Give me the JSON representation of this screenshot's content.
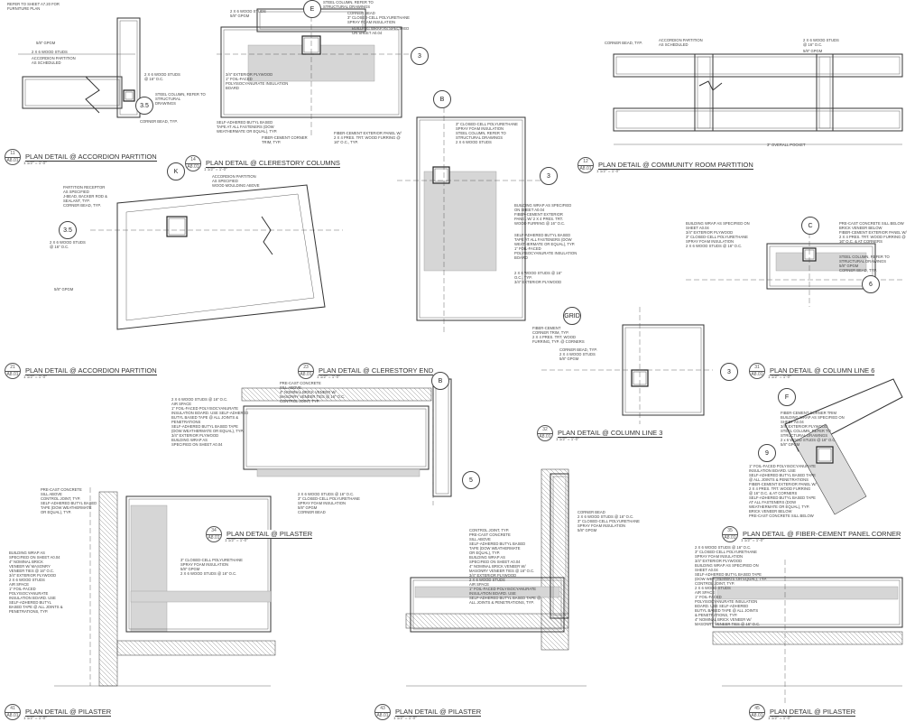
{
  "sheet": {
    "details": [
      {
        "num": "11",
        "sheet": "A8.01",
        "title": "PLAN DETAIL @ ACCORDION PARTITION",
        "scale": "1 1/2\" = 1'-0\""
      },
      {
        "num": "14",
        "sheet": "A8.01",
        "title": "PLAN DETAIL @ CLERESTORY COLUMNS",
        "scale": "1 1/2\" = 1'-0\""
      },
      {
        "num": "12",
        "sheet": "A8.01",
        "title": "PLAN DETAIL @ COMMUNITY ROOM PARTITION",
        "scale": "1 1/2\" = 1'-0\""
      },
      {
        "num": "21",
        "sheet": "A8.01",
        "title": "PLAN DETAIL @ ACCORDION PARTITION",
        "scale": "1 1/2\" = 1'-0\""
      },
      {
        "num": "23",
        "sheet": "A8.01",
        "title": "PLAN DETAIL @ CLERESTORY END",
        "scale": "1 1/2\" = 1'-0\""
      },
      {
        "num": "31",
        "sheet": "A8.01",
        "title": "PLAN DETAIL @ COLUMN LINE 6",
        "scale": "1 1/2\" = 1'-0\""
      },
      {
        "num": "32",
        "sheet": "A8.01",
        "title": "PLAN DETAIL @ COLUMN LINE 3",
        "scale": "1 1/2\" = 1'-0\""
      },
      {
        "num": "34",
        "sheet": "A8.01",
        "title": "PLAN DETAIL @ PILASTER",
        "scale": "1 1/2\" = 1'-0\""
      },
      {
        "num": "35",
        "sheet": "A8.01",
        "title": "PLAN DETAIL @ FIBER-CEMENT PANEL CORNER",
        "scale": "1 1/2\" = 1'-0\""
      },
      {
        "num": "41",
        "sheet": "A8.01",
        "title": "PLAN DETAIL @ PILASTER",
        "scale": "1 1/2\" = 1'-0\""
      },
      {
        "num": "43",
        "sheet": "A8.01",
        "title": "PLAN DETAIL @ PILASTER",
        "scale": "1 1/2\" = 1'-0\""
      },
      {
        "num": "45",
        "sheet": "A8.01",
        "title": "PLAN DETAIL @ PILASTER",
        "scale": "1 1/2\" = 1'-0\""
      }
    ],
    "grid_bubbles": [
      "E",
      "3",
      "3.5",
      "K",
      "3.5",
      "B",
      "3",
      "C",
      "6",
      "GRID",
      "3",
      "B",
      "5",
      "F",
      "9"
    ],
    "notes": [
      "REFER TO SHEET A7.20 FOR\nFURNITURE PLAN",
      "5/8\" GPGM",
      "2 X 6 WOOD STUDS",
      "ACCORDION PARTITION\nAS SCHEDULED",
      "2 X 6 WOOD STUDS\n@ 16\" O.C.",
      "STEEL COLUMN, REFER TO\nSTRUCTURAL\nDRAWINGS",
      "CORNER BEAD, TYP.",
      "2 X 6 WOOD STUDS\n5/8\" GPGM",
      "STEEL COLUMN, REFER TO\nSTRUCTURAL DRAWINGS",
      "CORNER BEAD\n3\" CLOSED-CELL POLYURETHANE\nSPRAY FOAM INSULATION",
      "BUILDING WRAP AS SPECIFIED\nON SHEET A0.04",
      "3/4\" EXTERIOR PLYWOOD\n1\" FOIL-FACED\nPOLYISOCYANURATE INSULATION\nBOARD",
      "FIBER-CEMENT CORNER\nTRIM, TYP.",
      "SELF-ADHERED BUTYL BASED\nTAPE AT ALL FASTENERS (DOW\nWEATHERMATE OR EQUAL), TYP.",
      "FIBER-CEMENT EXTERIOR PANEL W/\n2 X 4 PRES. TRT. WOOD FURRING @\n16\" O.C., TYP.",
      "CORNER BEAD, TYP.",
      "ACCORDION PARTITION\nAS SCHEDULED",
      "2 X 6 WOOD STUDS\n@ 16\" O.C.",
      "5/8\" GPGM",
      "3\" OVERALL POCKET",
      "PARTITION RECEPTOR\nAS SPECIFIED\nJ-BEAD, BACKER ROD &\nSEALANT, TYP.\nCORNER BEAD, TYP.",
      "ACCORDION PARTITION\nAS SPECIFIED\nWOOD MOULDING ABOVE",
      "2 X 6 WOOD STUDS\n@ 16\" O.C.",
      "5/8\" GPGM",
      "3\" CLOSED-CELL POLYURETHANE\nSPRAY FOAM INSULATION\nSTEEL COLUMN, REFER TO\nSTRUCTURAL DRAWINGS\n2 X 6 WOOD STUDS",
      "BUILDING WRAP AS SPECIFIED\nON SHEET A0.04\nFIBER-CEMENT EXTERIOR\nPANEL W/ 2 X 4 PRES. TRT.\nWOOD FURRING @ 16\" O.C.",
      "2 X 6 WOOD STUDS @ 16\"\nO.C., TYP.\n3/4\" EXTERIOR PLYWOOD",
      "FIBER-CEMENT\nCORNER TRIM, TYP.\n2 X 4 PRES. TRT. WOOD\nFURRING, TYP. @ CORNERS",
      "SELF-ADHERED BUTYL BASED\nTAPE AT ALL FASTENERS (DOW\nWEATHERMATE OR EQUAL), TYP.\n1\" FOIL-FACED\nPOLYISOCYANURATE INSULATION\nBOARD",
      "BUILDING WRAP AS SPECIFIED ON\nSHEET A0.04\n3/4\" EXTERIOR PLYWOOD\n3\" CLOSED-CELL POLYURETHANE\nSPRAY FOAM INSULATION\n2 X 6 WOOD STUDS @ 16\" O.C.",
      "PRE-CAST CONCRETE SILL BELOW\nBRICK VENEER BELOW\nFIBER-CEMENT EXTERIOR PANEL W/\n2 X 4 PRES. TRT. WOOD FURRING @\n16\" O.C. & AT CORNERS",
      "STEEL COLUMN, REFER TO\nSTRUCTURAL DRAWINGS\n5/8\" GPGM\nCORNER BEAD, TYP.",
      "CORNER BEAD, TYP.\n2 X 4 WOOD STUDS\n5/8\" GPGM",
      "2 X 6 WOOD STUDS @ 16\" O.C.\nAIR SPACE\n1\" FOIL-FACED POLYISOCYANURATE\nINSULATION BOARD. USE SELF-ADHERED\nBUTYL BASED TAPE @ ALL JOINTS &\nPENETRATIONS\nSELF-ADHERED BUTYL BASED TAPE\n(DOW WEATHERMATE OR EQUAL), TYP.\n3/4\" EXTERIOR PLYWOOD\nBUILDING WRAP AS\nSPECIFIED ON SHEET A0.04",
      "PRE-CAST CONCRETE\nSILL ABOVE\n4\" NOMINAL BRICK VENEER W/\nMASONRY VENEER TIES @ 16\" O.C.\nCONTROL JOINT, TYP.",
      "2 X 6 WOOD STUDS @ 16\" O.C.\n3\" CLOSED-CELL POLYURETHANE\nSPRAY FOAM INSULATION\n5/8\" GPGM\nCORNER BEAD",
      "FIBER-CEMENT CORNER TRIM\nBUILDING WRAP AS SPECIFIED ON\nSHEET A0.04\n3/4\" EXTERIOR PLYWOOD\nSTEEL COLUMN, REFER TO\nSTRUCTURAL DRAWINGS\n2 x 6 WOOD STUDS @ 16\" O.C.\n5/8\" GPGM",
      "1\" FOIL-FACED POLYISOCYANURATE\nINSULATION BOARD. USE\nSELF-ADHERED BUTYL BASED TAPE\n@ ALL JOINTS & PENETRATIONS\nFIBER-CEMENT EXTERIOR PANEL W/\n2 X 4 PRES. TRT. WOOD FURRING\n@ 16\" O.C. & AT CORNERS\nSELF-ADHERED BUTYL BASED TAPE\nAT ALL FASTENERS (DOW\nWEATHERMATE OR EQUAL), TYP.\nBRICK VENEER BELOW\nPRE-CAST CONCRETE SILL BELOW",
      "PRE-CAST CONCRETE\nSILL ABOVE\nCONTROL JOINT, TYP.\nSELF-ADHERED BUTYL BASED\nTAPE (DOW WEATHERMATE\nOR EQUAL), TYP.",
      "3\" CLOSED-CELL POLYURETHANE\nSPRAY FOAM INSULATION\n5/8\" GPGM\n2 X 6 WOOD STUDS @ 16\" O.C.",
      "BUILDING WRAP AS\nSPECIFIED ON SHEET A0.04\n4\" NOMINAL BRICK\nVENEER W/ MASONRY\nVENEER TIES @ 16\" O.C.\n3/4\" EXTERIOR PLYWOOD\n2 X 6 WOOD STUDS\nAIR SPACE\n1\" FOIL-FACED\nPOLYISOCYANURATE\nINSULATION BOARD. USE\nSELF-ADHERED BUTYL\nBASED TAPE @ ALL JOINTS &\nPENETRATIONS, TYP.",
      "CORNER BEAD\n2 X 6 WOOD STUDS @ 16\" O.C.\n3\" CLOSED-CELL POLYURETHANE\nSPRAY FOAM INSULATION\n5/8\" GPGM",
      "CONTROL JOINT, TYP.\nPRE-CAST CONCRETE\nSILL ABOVE\nSELF-ADHERED BUTYL BASED\nTAPE (DOW WEATHERMATE\nOR EQUAL), TYP.\nBUILDING WRAP AS\nSPECIFIED ON SHEET A0.04\n4\" NOMINAL BRICK VENEER W/\nMASONRY VENEER TIES @ 16\" O.C.\n3/4\" EXTERIOR PLYWOOD\n2 X 6 WOOD STUDS\nAIR SPACE\n1\" FOIL-FACED POLYISOCYANURATE\nINSULATION BOARD. USE\nSELF-ADHERED BUTYL BASED TAPE @\nALL JOINTS & PENETRATIONS, TYP.",
      "2 X 6 WOOD STUDS @ 16\" O.C.\n3\" CLOSED-CELL POLYURETHANE\nSPRAY FOAM INSULATION\n3/4\" EXTERIOR PLYWOOD\nBUILDING WRAP AS SPECIFIED ON\nSHEET A0.04\nSELF-ADHERED BUTYL BASED TAPE\n(DOW WEATHERMATE OR EQUAL), TYP.\nCONTROL JOINT, TYP.\n2 X 6 WOOD STUDS\nAIR SPACE\n1\" FOIL-FACED\nPOLYISOCYANURATE INSULATION\nBOARD. USE SELF-ADHERED\nBUTYL BASED TAPE @ ALL JOINTS\n& PENETRATIONS, TYP.\n4\" NOMINAL BRICK VENEER W/\nMASONRY VENEER TIES @ 16\" O.C."
    ]
  }
}
